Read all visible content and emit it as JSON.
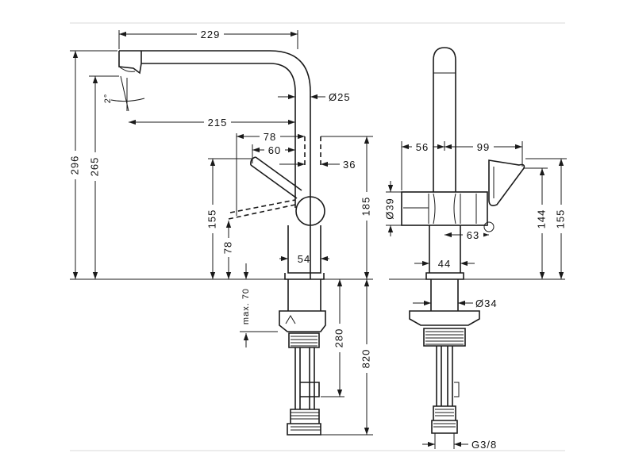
{
  "side_view": {
    "dims": {
      "reach_total": "229",
      "reach_aerator": "215",
      "swivel_angle": "2°",
      "spout_diameter": "Ø25",
      "lever_offset_78": "78",
      "lever_offset_60": "60",
      "lever_width": "36",
      "height_total": "296",
      "height_aerator": "265",
      "height_lever": "155",
      "lever_low": "78",
      "max_deck": "max. 70",
      "body_width": "54",
      "height_lever_top": "185",
      "shank_length": "280",
      "hose_length": "820"
    }
  },
  "front_view": {
    "dims": {
      "left_offset": "56",
      "right_offset": "99",
      "diameter_39": "Ø39",
      "handle_offset": "63",
      "height_144": "144",
      "height_155": "155",
      "base_width": "44",
      "base_diameter": "Ø34",
      "thread": "G3/8"
    }
  }
}
